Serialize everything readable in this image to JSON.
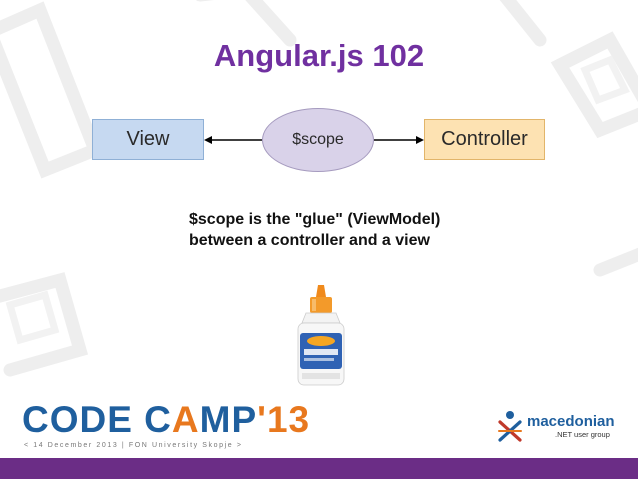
{
  "slide": {
    "title": "Angular.js 102",
    "caption_line1": "$scope is the \"glue\" (ViewModel)",
    "caption_line2": "between a controller and a view"
  },
  "diagram": {
    "view_label": "View",
    "scope_label": "$scope",
    "controller_label": "Controller"
  },
  "footer": {
    "codecamp_logo_text": "CODE CAMP'13",
    "codecamp_tagline": "< 14 December 2013 | FON University Skopje >",
    "usergroup_name": "macedonian",
    "usergroup_sub": ".NET user group"
  },
  "colors": {
    "title": "#7030a0",
    "view_fill": "#c6d9f1",
    "scope_fill": "#d9d2e9",
    "controller_fill": "#fde2b2",
    "codecamp_blue": "#1f5f9e",
    "codecamp_orange": "#e8781e",
    "macedonian_red": "#c0392b",
    "bottom_bar": "#6b2d86"
  },
  "icons": [
    "glue-bottle-image",
    "codecamp-logo",
    "macedonian-net-logo"
  ]
}
